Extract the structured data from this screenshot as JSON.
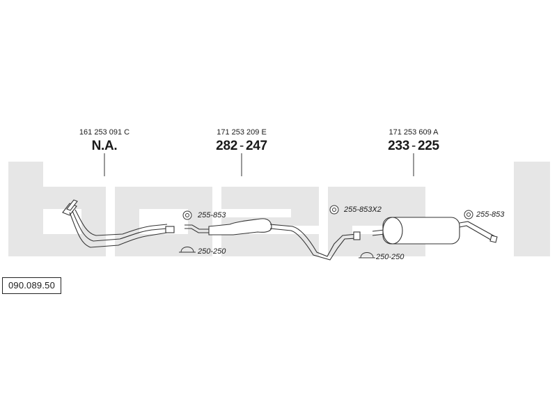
{
  "diagram": {
    "reference": "090.089.50",
    "watermark": "bosal",
    "parts": [
      {
        "id": "front",
        "part_number": "161 253 091 C",
        "code": "N.A."
      },
      {
        "id": "middle",
        "part_number": "171 253 209 E",
        "code_a": "282",
        "code_b": "247"
      },
      {
        "id": "rear",
        "part_number": "171 253 609 A",
        "code_a": "233",
        "code_b": "225"
      }
    ],
    "accessories": [
      {
        "id": "acc1",
        "label": "255-853",
        "icon": "gasket-ring-icon"
      },
      {
        "id": "acc2",
        "label": "250-250",
        "icon": "pipe-clamp-icon"
      },
      {
        "id": "acc3",
        "label": "255-853X2",
        "icon": "gasket-ring-icon"
      },
      {
        "id": "acc4",
        "label": "250-250",
        "icon": "pipe-clamp-icon"
      },
      {
        "id": "acc5",
        "label": "255-853",
        "icon": "gasket-ring-icon"
      }
    ],
    "colors": {
      "watermark": "#e6e6e6",
      "line": "#333333"
    }
  }
}
